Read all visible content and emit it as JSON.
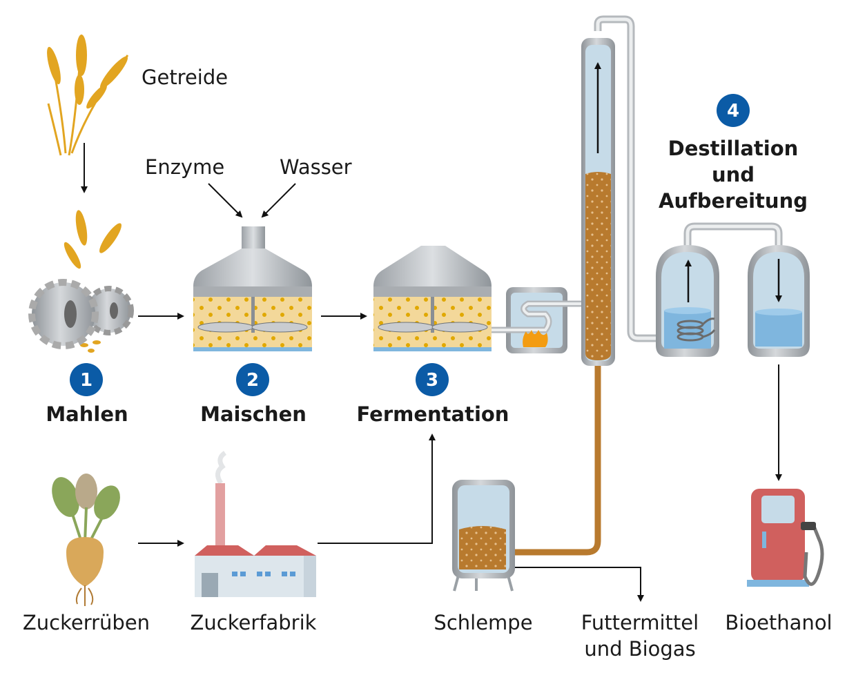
{
  "labels": {
    "grain": "Getreide",
    "enzymes": "Enzyme",
    "water": "Wasser",
    "sugar_beets": "Zuckerrüben",
    "sugar_factory": "Zuckerfabrik",
    "stillage": "Schlempe",
    "feed_line1": "Futtermittel",
    "feed_line2": "und Biogas",
    "bioethanol": "Bioethanol"
  },
  "steps": [
    {
      "number": "1",
      "label": "Mahlen"
    },
    {
      "number": "2",
      "label": "Maischen"
    },
    {
      "number": "3",
      "label": "Fermentation"
    },
    {
      "number": "4",
      "label_lines": [
        "Destillation",
        "und",
        "Aufbereitung"
      ]
    }
  ],
  "colors": {
    "badge": "#0b5ba6",
    "mash": "#f3d89a",
    "mash_dots": "#e0a800",
    "steel": "#a9adb1",
    "liquid_brown": "#b87a2e",
    "water_blue": "#7fb6de",
    "pump_red": "#d0605e",
    "grain": "#e2a521"
  }
}
